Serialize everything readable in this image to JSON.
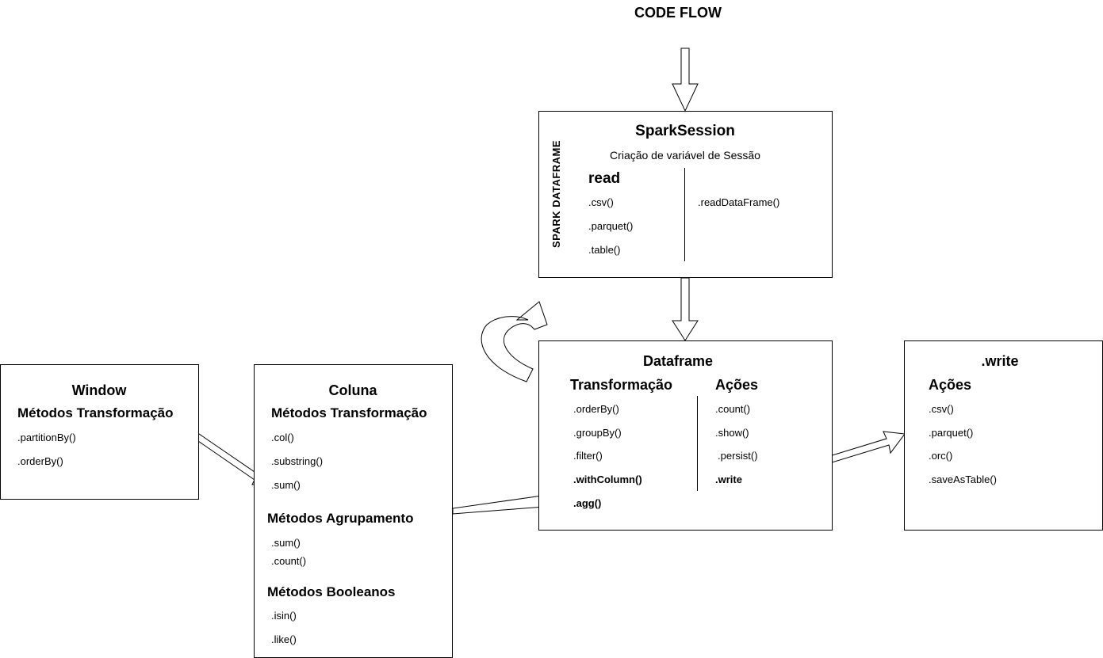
{
  "title": "CODE FLOW",
  "spark_session": {
    "title": "SparkSession",
    "subtitle": "Criação de variável de Sessão",
    "side_label": "SPARK DATAFRAME",
    "read_heading": "read",
    "read_methods": [
      ".csv()",
      ".parquet()",
      ".table()"
    ],
    "other_method": ".readDataFrame()"
  },
  "dataframe": {
    "title": "Dataframe",
    "transform_heading": "Transformação",
    "actions_heading": "Ações",
    "transform_methods": [
      ".orderBy()",
      ".groupBy()",
      ".filter()",
      ".withColumn()",
      ".agg()"
    ],
    "action_methods": [
      ".count()",
      ".show()",
      ".persist()",
      ".write"
    ]
  },
  "write": {
    "title": ".write",
    "actions_heading": "Ações",
    "methods": [
      ".csv()",
      ".parquet()",
      ".orc()",
      ".saveAsTable()"
    ]
  },
  "window": {
    "title": "Window",
    "heading": "Métodos Transformação",
    "methods": [
      ".partitionBy()",
      ".orderBy()"
    ]
  },
  "coluna": {
    "title": "Coluna",
    "transform_heading": "Métodos Transformação",
    "transform_methods": [
      ".col()",
      ".substring()",
      ".sum()"
    ],
    "group_heading": "Métodos Agrupamento",
    "group_methods": [
      ".sum()",
      ".count()"
    ],
    "bool_heading": "Métodos Booleanos",
    "bool_methods": [
      ".isin()",
      ".like()"
    ]
  }
}
